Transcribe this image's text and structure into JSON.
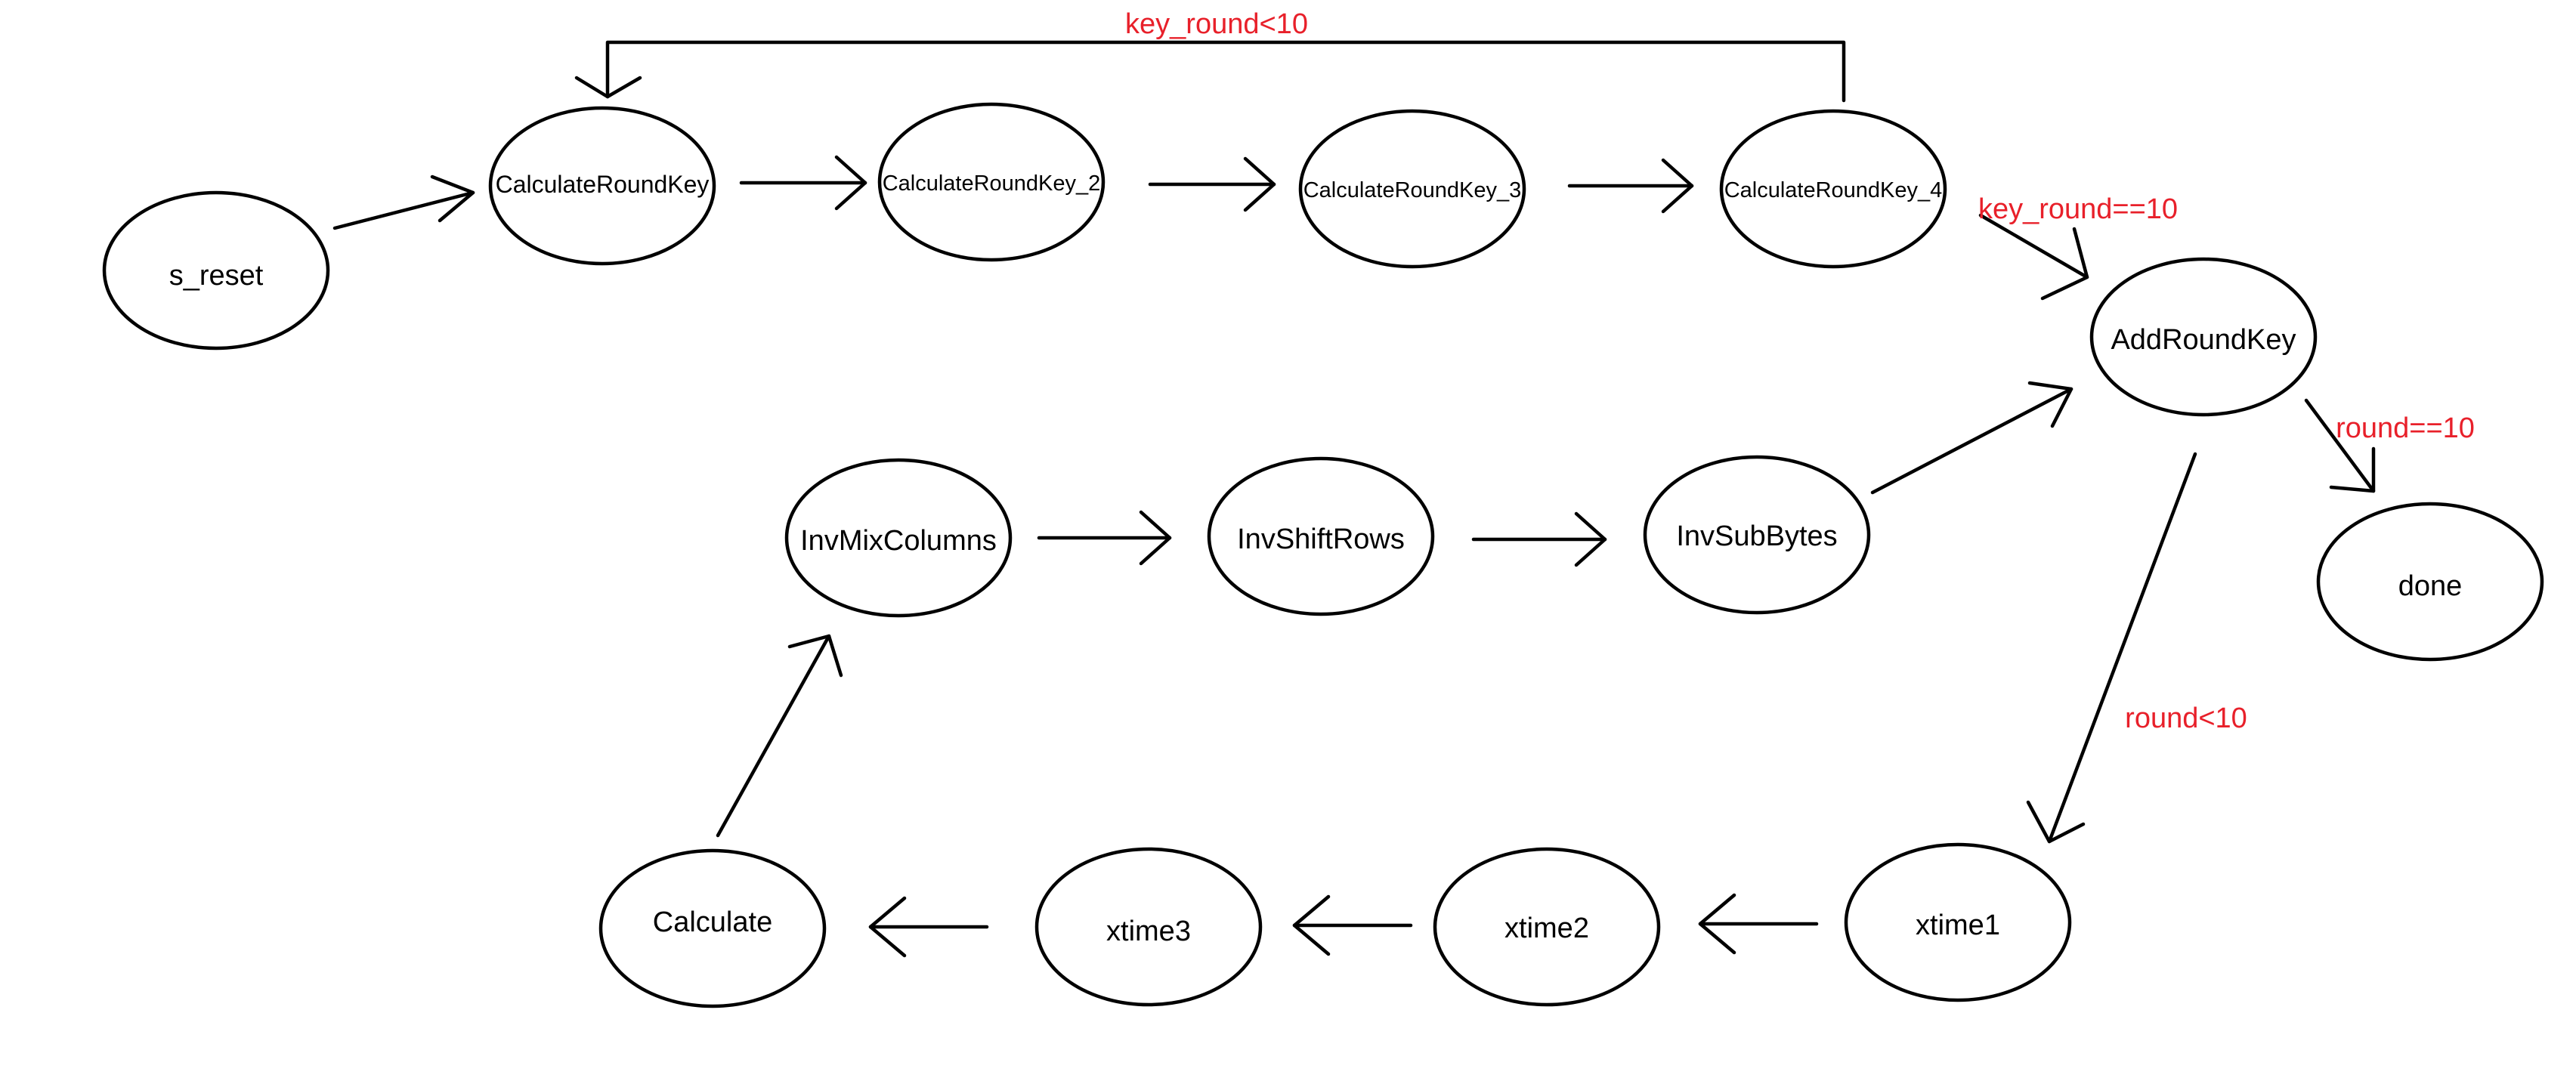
{
  "colors": {
    "stroke": "#000000",
    "label": "#e8202a",
    "background": "#ffffff"
  },
  "states": {
    "s_reset": "s_reset",
    "calculate_round_key": "CalculateRoundKey",
    "calculate_round_key_2": "CalculateRoundKey_2",
    "calculate_round_key_3": "CalculateRoundKey_3",
    "calculate_round_key_4": "CalculateRoundKey_4",
    "add_round_key": "AddRoundKey",
    "done": "done",
    "inv_mix_columns": "InvMixColumns",
    "inv_shift_rows": "InvShiftRows",
    "inv_sub_bytes": "InvSubBytes",
    "xtime1": "xtime1",
    "xtime2": "xtime2",
    "xtime3": "xtime3",
    "calculate": "Calculate"
  },
  "transitions": {
    "key_round_lt_10": "key_round<10",
    "key_round_eq_10": "key_round==10",
    "round_eq_10": "round==10",
    "round_lt_10": "round<10"
  }
}
